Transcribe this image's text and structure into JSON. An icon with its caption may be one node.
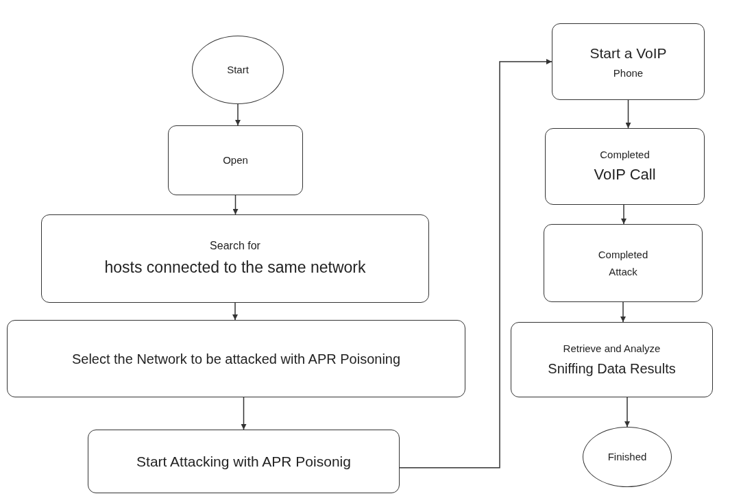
{
  "diagram": {
    "nodes": [
      {
        "text": [
          "Start"
        ]
      },
      {
        "text": [
          "Open"
        ]
      },
      {
        "text": [
          "Search for",
          "hosts connected to the same network"
        ]
      },
      {
        "text": [
          "Select the Network to be attacked with APR Poisoning"
        ]
      },
      {
        "text": [
          "Start Attacking with APR Poisonig"
        ]
      },
      {
        "text": [
          "Start a VoIP",
          "Phone"
        ]
      },
      {
        "text": [
          "Completed",
          "VoIP Call"
        ]
      },
      {
        "text": [
          "Completed",
          "Attack"
        ]
      },
      {
        "text": [
          "Retrieve and Analyze",
          "Sniffing Data Results"
        ]
      },
      {
        "text": [
          "Finished"
        ]
      }
    ],
    "edges": [
      {
        "from": 0,
        "to": 1,
        "arrow": "to"
      },
      {
        "from": 1,
        "to": 2,
        "arrow": "to"
      },
      {
        "from": 2,
        "to": 3,
        "arrow": "to"
      },
      {
        "from": 3,
        "to": 4,
        "arrow": "to"
      },
      {
        "from": 4,
        "to": 5,
        "arrow": "to"
      },
      {
        "from": 5,
        "to": 6,
        "arrow": "to"
      },
      {
        "from": 6,
        "to": 7,
        "arrow": "to"
      },
      {
        "from": 7,
        "to": 8,
        "arrow": "to"
      },
      {
        "from": 8,
        "to": 9,
        "arrow": "to"
      }
    ]
  }
}
